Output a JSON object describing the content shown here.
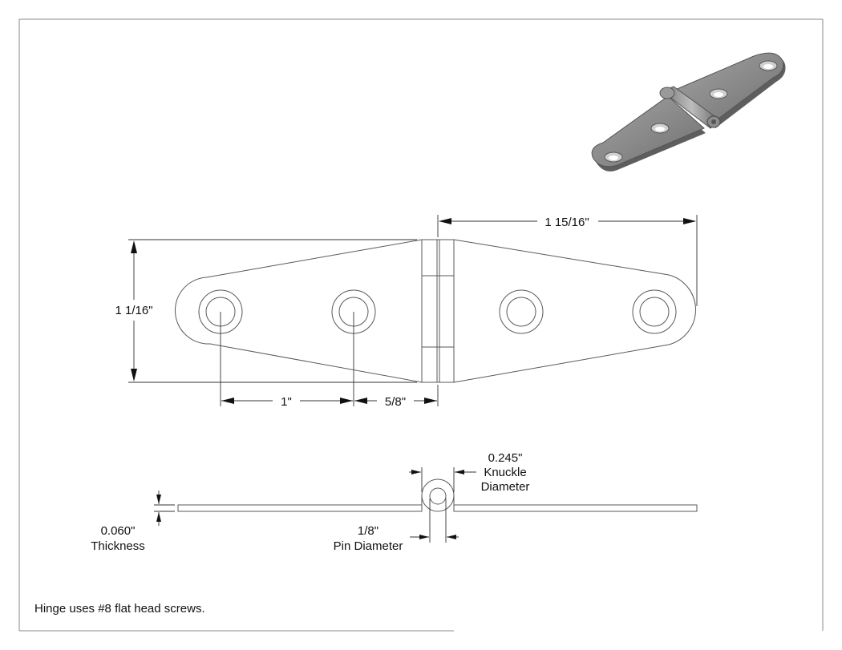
{
  "drawing": {
    "dimensions": {
      "overall_height": "1 1/16\"",
      "leaf_length": "1 15/16\"",
      "hole_spacing": "1\"",
      "hole_to_pin": "5/8\"",
      "thickness_value": "0.060\"",
      "thickness_label": "Thickness",
      "knuckle_value": "0.245\"",
      "knuckle_label_1": "Knuckle",
      "knuckle_label_2": "Diameter",
      "pin_value": "1/8\"",
      "pin_label": "Pin Diameter"
    },
    "note": "Hinge uses #8 flat head screws.",
    "colors": {
      "line": "#5a5a5a",
      "dimension": "#333333",
      "render_metal": "#8a8a8a"
    }
  }
}
